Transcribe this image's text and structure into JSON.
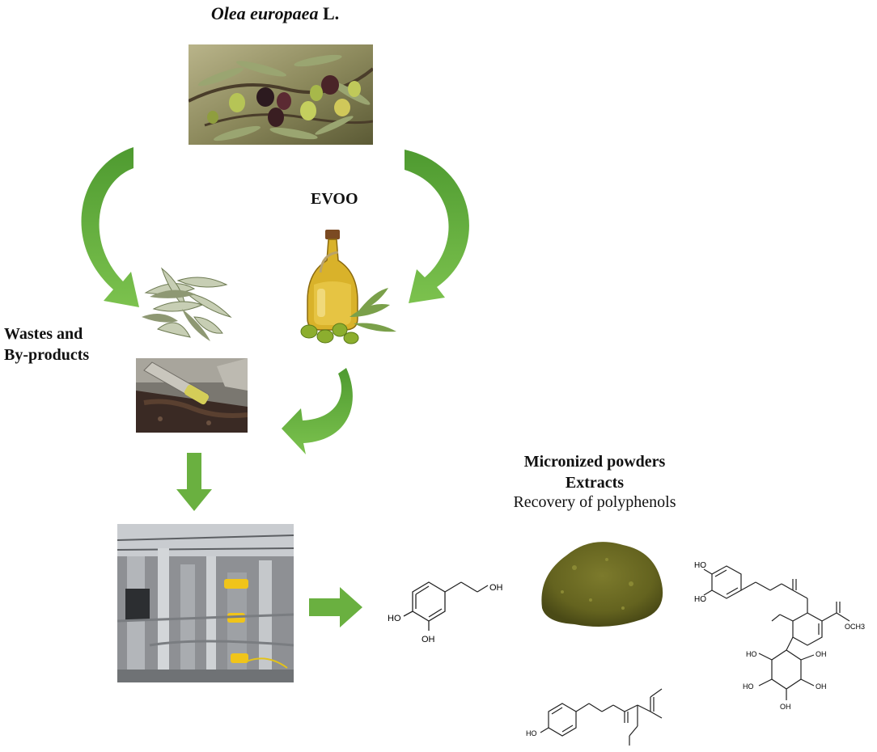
{
  "title": {
    "species": "Olea europaea",
    "author": "L."
  },
  "labels": {
    "evoo": "EVOO",
    "wastes_line1": "Wastes and",
    "wastes_line2": "By-products",
    "micronized": "Micronized powders",
    "extracts": "Extracts",
    "recovery": "Recovery of polyphenols"
  },
  "chem_labels": {
    "oh": "OH",
    "ho": "HO",
    "ho_ring": "HO",
    "ho_sugar": "HO",
    "och3": "OCH3"
  },
  "colors": {
    "arrow_green": "#6ab040",
    "arrow_dark": "#3f8a28",
    "powder": "#6f6e23",
    "oil": "#c9a21a"
  },
  "icons": [
    "olive-branch-photo",
    "olive-leaves-photo",
    "oil-bottle-photo",
    "olive-pomace-photo",
    "processing-plant-photo",
    "green-powder-photo"
  ]
}
